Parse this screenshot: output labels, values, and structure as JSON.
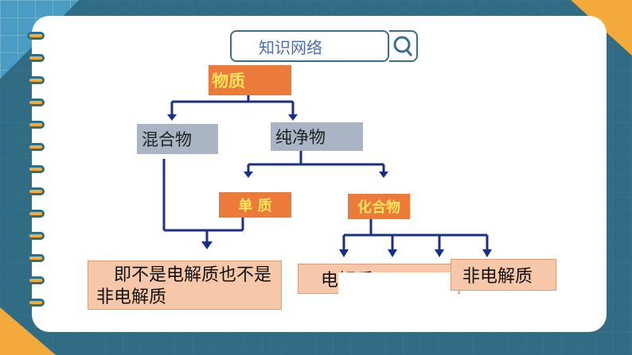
{
  "search": {
    "label": "知识网络"
  },
  "diagram": {
    "root": "物质",
    "mixture": "混合物",
    "pure": "纯净物",
    "element": "单 质",
    "compound": "化合物",
    "neither": "即不是电解质也不是非电解质",
    "electrolyte": "电解质",
    "non_electrolyte": "非电解质"
  },
  "colors": {
    "card": "#ffffff",
    "orange_box": "#ec7a3a",
    "orange_text": "#ffe55c",
    "gray_box": "#a9b4c4",
    "peach_box": "#f6c7a8",
    "connector": "#1a2f8a",
    "frame": "#2f6f84",
    "accent_yellow": "#f4a93b"
  }
}
